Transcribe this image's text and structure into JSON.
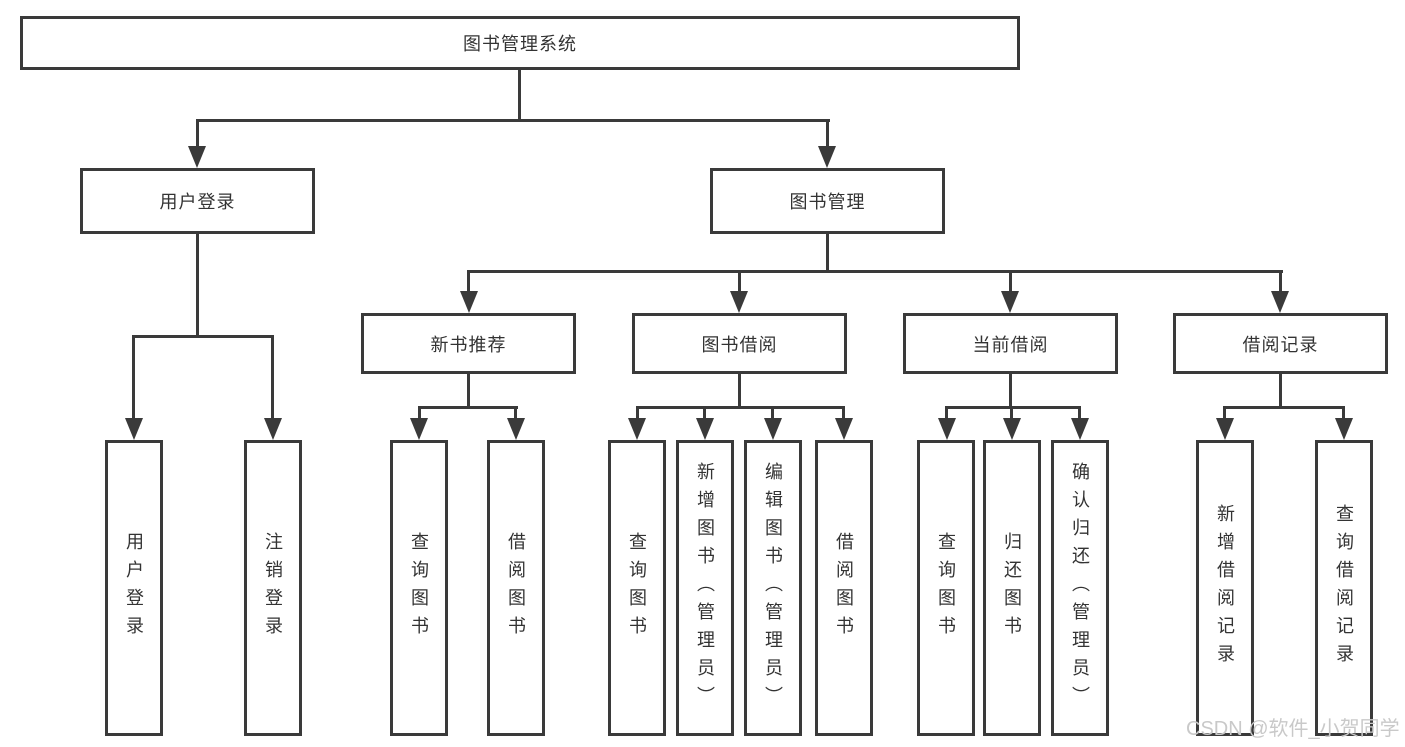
{
  "diagram": {
    "root": {
      "label": "图书管理系统"
    },
    "branches": [
      {
        "label": "用户登录",
        "children": [
          {
            "label": "用户登录"
          },
          {
            "label": "注销登录"
          }
        ]
      },
      {
        "label": "图书管理",
        "children": [
          {
            "label": "新书推荐",
            "children": [
              {
                "label": "查询图书"
              },
              {
                "label": "借阅图书"
              }
            ]
          },
          {
            "label": "图书借阅",
            "children": [
              {
                "label": "查询图书"
              },
              {
                "label": "新增图书（管理员）"
              },
              {
                "label": "编辑图书（管理员）"
              },
              {
                "label": "借阅图书"
              }
            ]
          },
          {
            "label": "当前借阅",
            "children": [
              {
                "label": "查询图书"
              },
              {
                "label": "归还图书"
              },
              {
                "label": "确认归还（管理员）"
              }
            ]
          },
          {
            "label": "借阅记录",
            "children": [
              {
                "label": "新增借阅记录"
              },
              {
                "label": "查询借阅记录"
              }
            ]
          }
        ]
      }
    ],
    "watermark": "CSDN @软件_小贺同学",
    "colors": {
      "line": "#3a3a3a",
      "text": "#333333",
      "watermark": "#c9c9c9",
      "background": "#ffffff"
    }
  }
}
